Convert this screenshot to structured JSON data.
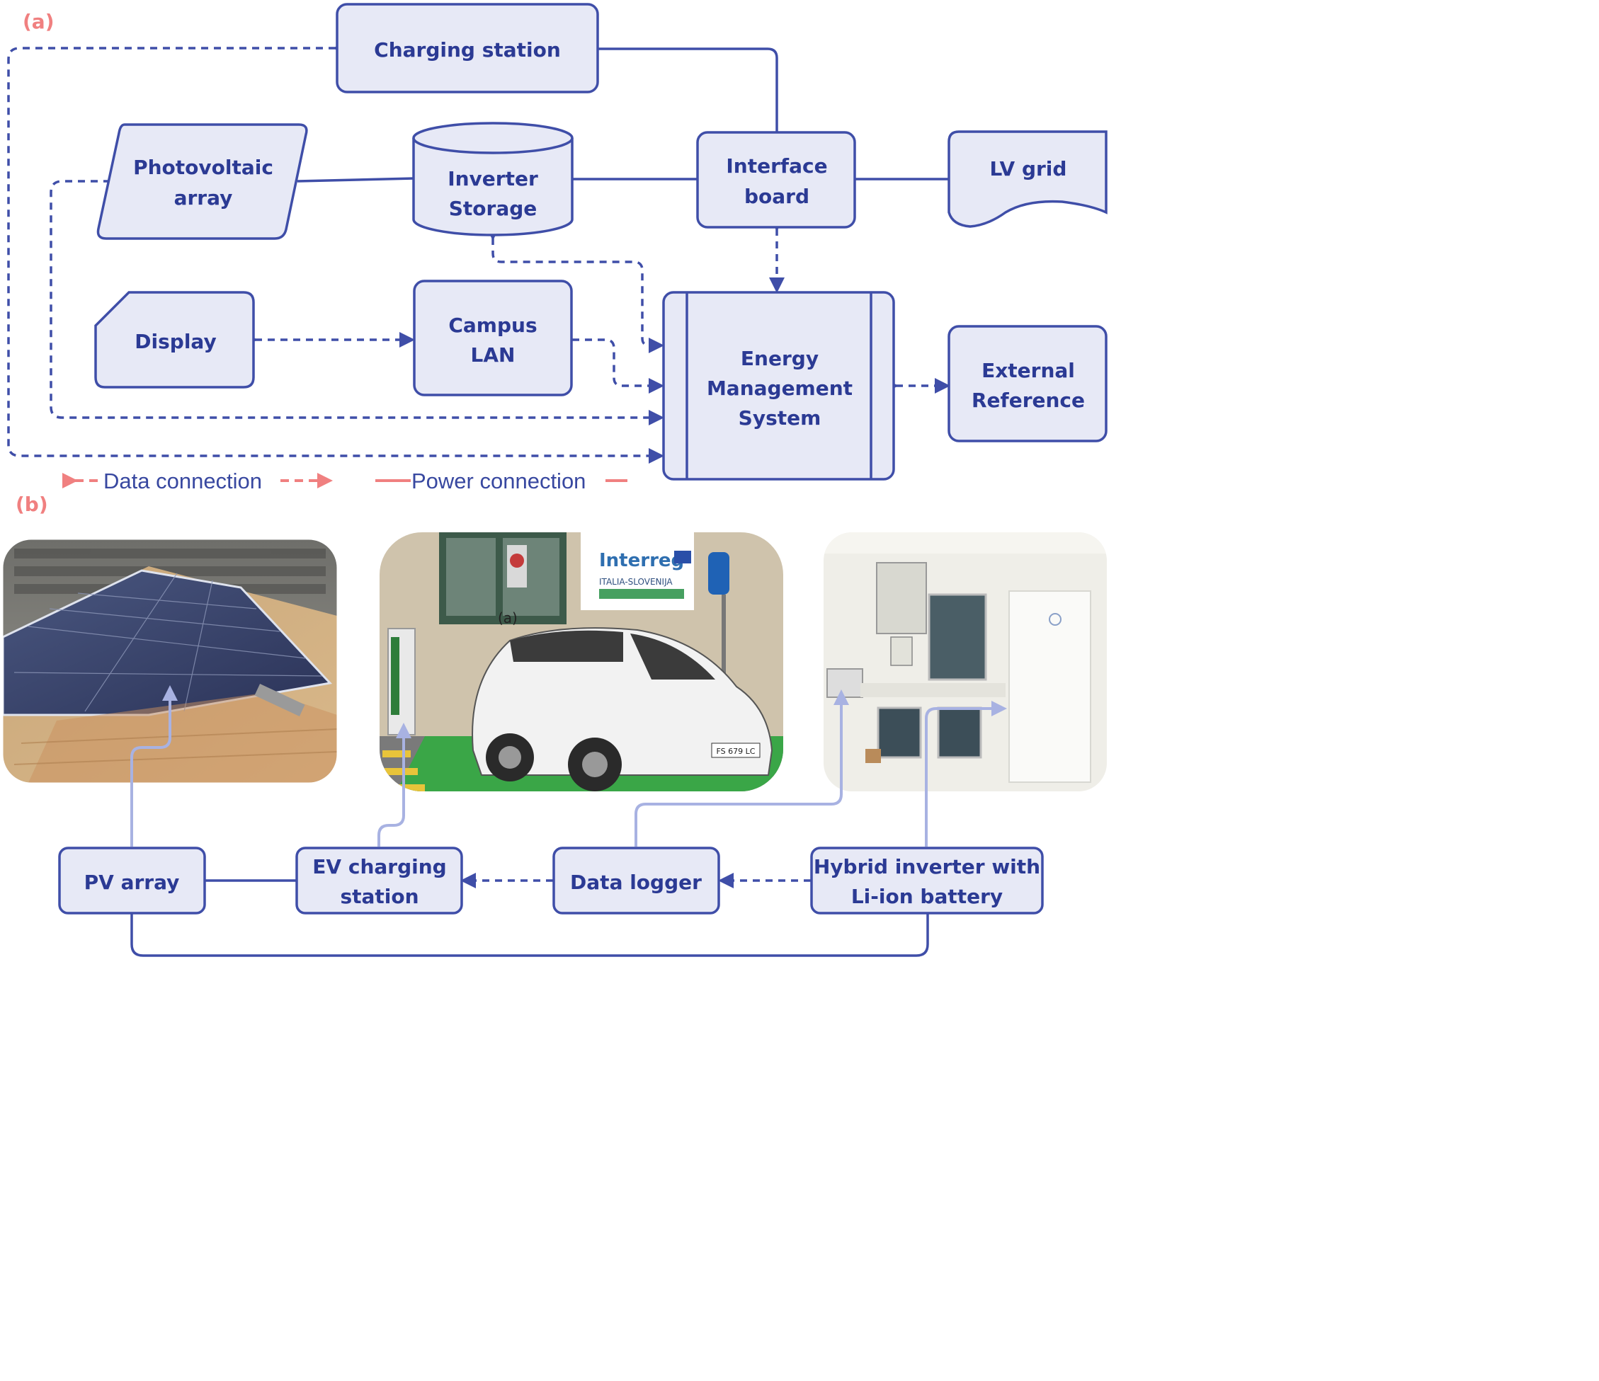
{
  "panels": {
    "a": "(a)",
    "b": "(b)"
  },
  "diagram_a": {
    "charging_station": "Charging station",
    "photovoltaic_array": [
      "Photovoltaic",
      "array"
    ],
    "inverter_storage": [
      "Inverter",
      "Storage"
    ],
    "interface_board": [
      "Interface",
      "board"
    ],
    "lv_grid": "LV grid",
    "display": "Display",
    "campus_lan": [
      "Campus",
      "LAN"
    ],
    "ems": [
      "Energy",
      "Management",
      "System"
    ],
    "external_reference": [
      "External",
      "Reference"
    ]
  },
  "legend": {
    "data_connection": "Data connection",
    "power_connection": "Power connection"
  },
  "diagram_b": {
    "pv_array": "PV array",
    "ev_charging_station": [
      "EV charging",
      "station"
    ],
    "data_logger": "Data logger",
    "hybrid_inverter": [
      "Hybrid inverter with",
      "Li-ion battery"
    ]
  },
  "photos": {
    "ev_photo_label": "(a)",
    "interreg_sign": "Interreg",
    "interreg_sub": "ITALIA-SLOVENIJA",
    "license_plate": "FS 679 LC"
  },
  "colors": {
    "box_fill": "#e7e9f6",
    "stroke": "#3f4ea8",
    "panel_label": "#f08080",
    "photo_link": "#a8b2e2"
  }
}
